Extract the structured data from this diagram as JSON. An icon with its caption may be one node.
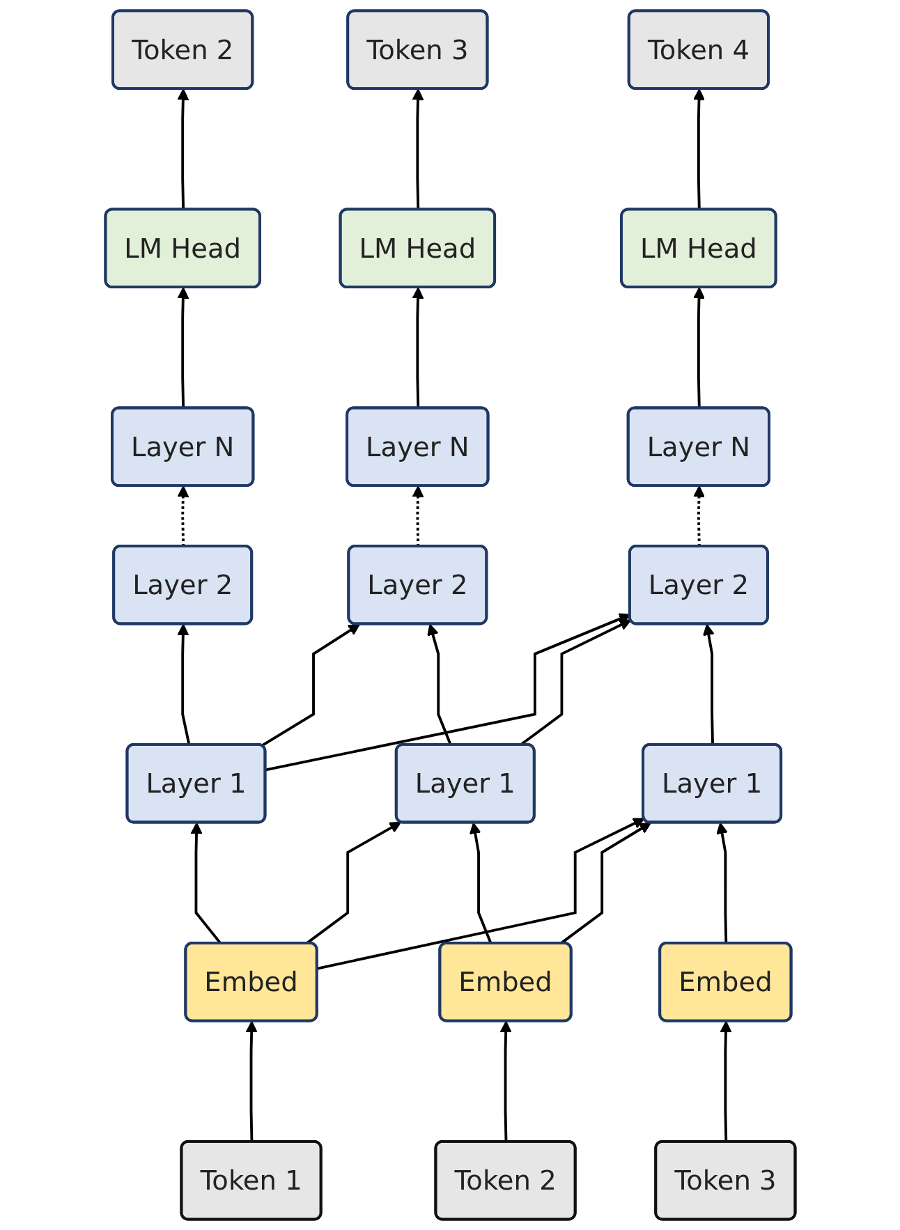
{
  "diagram": {
    "nodes": [
      {
        "text": [
          "Token 2"
        ]
      },
      {
        "text": [
          "Token 3"
        ]
      },
      {
        "text": [
          "Token 4"
        ]
      },
      {
        "text": [
          "LM Head"
        ]
      },
      {
        "text": [
          "LM Head"
        ]
      },
      {
        "text": [
          "LM Head"
        ]
      },
      {
        "text": [
          "Layer N"
        ]
      },
      {
        "text": [
          "Layer N"
        ]
      },
      {
        "text": [
          "Layer N"
        ]
      },
      {
        "text": [
          "Layer 2"
        ]
      },
      {
        "text": [
          "Layer 2"
        ]
      },
      {
        "text": [
          "Layer 2"
        ]
      },
      {
        "text": [
          "Layer 1"
        ]
      },
      {
        "text": [
          "Layer 1"
        ]
      },
      {
        "text": [
          "Layer 1"
        ]
      },
      {
        "text": [
          "Embed"
        ]
      },
      {
        "text": [
          "Embed"
        ]
      },
      {
        "text": [
          "Embed"
        ]
      },
      {
        "text": [
          "Token 1"
        ]
      },
      {
        "text": [
          "Token 2"
        ]
      },
      {
        "text": [
          "Token 3"
        ]
      }
    ],
    "edges": [
      {
        "from": 18,
        "to": 15,
        "arrow": "to"
      },
      {
        "from": 19,
        "to": 16,
        "arrow": "to"
      },
      {
        "from": 20,
        "to": 17,
        "arrow": "to"
      },
      {
        "from": 15,
        "to": 12,
        "arrow": "to"
      },
      {
        "from": 15,
        "to": 13,
        "arrow": "to"
      },
      {
        "from": 15,
        "to": 14,
        "arrow": "to"
      },
      {
        "from": 16,
        "to": 13,
        "arrow": "to"
      },
      {
        "from": 16,
        "to": 14,
        "arrow": "to"
      },
      {
        "from": 17,
        "to": 14,
        "arrow": "to"
      },
      {
        "from": 12,
        "to": 9,
        "arrow": "to"
      },
      {
        "from": 12,
        "to": 10,
        "arrow": "to"
      },
      {
        "from": 12,
        "to": 11,
        "arrow": "to"
      },
      {
        "from": 13,
        "to": 10,
        "arrow": "to"
      },
      {
        "from": 13,
        "to": 11,
        "arrow": "to"
      },
      {
        "from": 14,
        "to": 11,
        "arrow": "to"
      },
      {
        "from": 9,
        "to": 6,
        "arrow": "to",
        "style": "dashed"
      },
      {
        "from": 10,
        "to": 7,
        "arrow": "to",
        "style": "dashed"
      },
      {
        "from": 11,
        "to": 8,
        "arrow": "to",
        "style": "dashed"
      },
      {
        "from": 6,
        "to": 3,
        "arrow": "to"
      },
      {
        "from": 7,
        "to": 4,
        "arrow": "to"
      },
      {
        "from": 8,
        "to": 5,
        "arrow": "to"
      },
      {
        "from": 3,
        "to": 0,
        "arrow": "to"
      },
      {
        "from": 4,
        "to": 1,
        "arrow": "to"
      },
      {
        "from": 5,
        "to": 2,
        "arrow": "to"
      }
    ]
  }
}
